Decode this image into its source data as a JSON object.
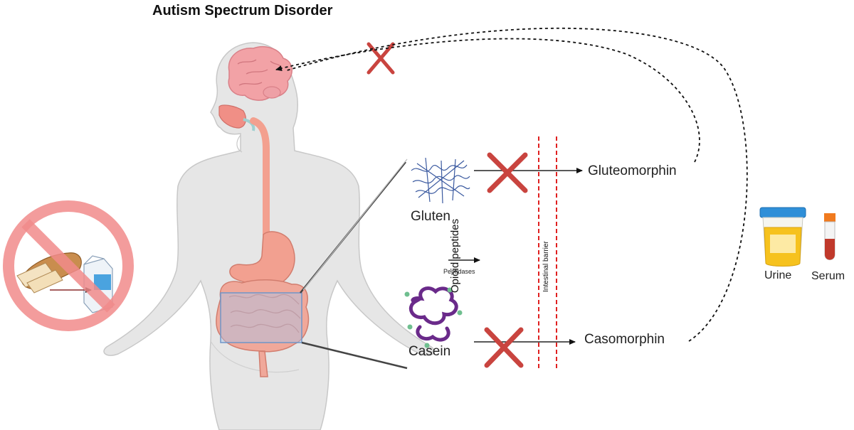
{
  "title": "Autism Spectrum Disorder",
  "labels": {
    "gluten": "Gluten",
    "casein": "Casein",
    "gluteomorphin": "Gluteomorphin",
    "casomorphin": "Casomorphin",
    "peptidases": "Peptidases",
    "opioid_peptides": "Opioid peptides",
    "intestinal_barrier": "Intestinal barrier",
    "urine": "Urine",
    "serum": "Serum"
  },
  "icons": {
    "body": "human-body-silhouette-icon",
    "brain": "brain-icon",
    "no_food": "no-gluten-casein-food-icon",
    "gluten": "gluten-molecule-icon",
    "casein": "casein-molecule-icon",
    "urine": "urine-cup-icon",
    "serum": "serum-tube-icon",
    "cross": "red-x-icon"
  },
  "colors": {
    "organ": "#f0a89a",
    "body": "#e8e8e8",
    "cross": "#c0392b",
    "barrier": "#e02020",
    "ban": "#f18b8b",
    "highlight": "#a9c6ea"
  }
}
